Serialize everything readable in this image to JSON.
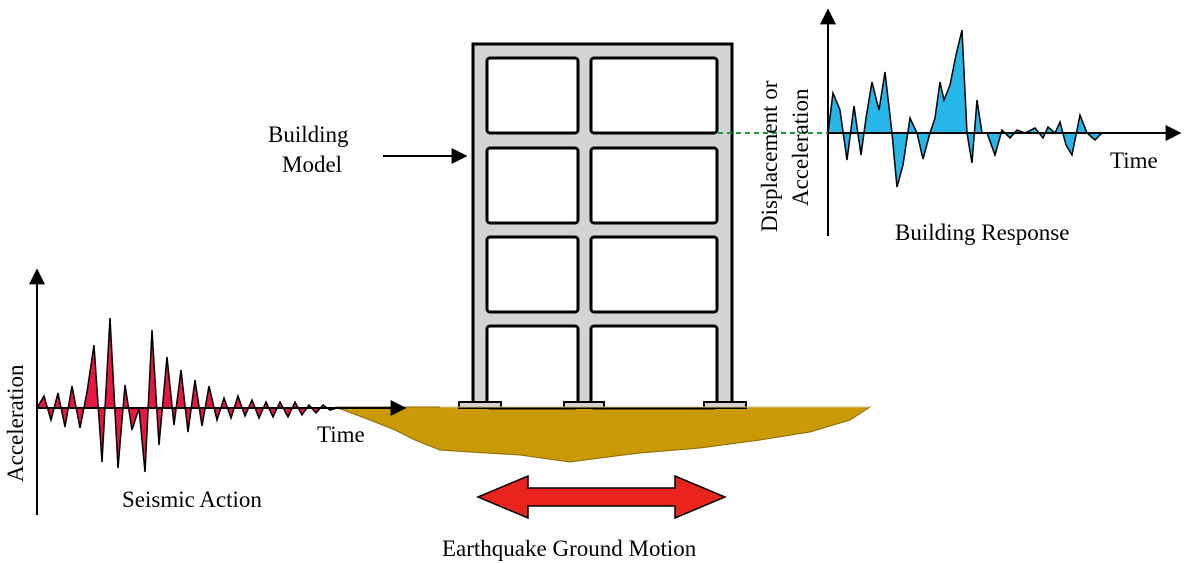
{
  "labels": {
    "building_model_line1": "Building",
    "building_model_line2": "Model",
    "response_axis_line1": "Displacement or",
    "response_axis_line2": "Acceleration",
    "response_time": "Time",
    "building_response": "Building Response",
    "seismic_axis": "Acceleration",
    "seismic_time": "Time",
    "seismic_action": "Seismic Action",
    "ground_motion": "Earthquake Ground Motion"
  },
  "colors": {
    "seismic_fill": "#e8173f",
    "response_fill": "#27b6e8",
    "ground_fill": "#c99a06",
    "arrow_fill": "#e8241d",
    "frame_fill": "#d4d4d4",
    "dashed_link": "#1a9a3a"
  }
}
